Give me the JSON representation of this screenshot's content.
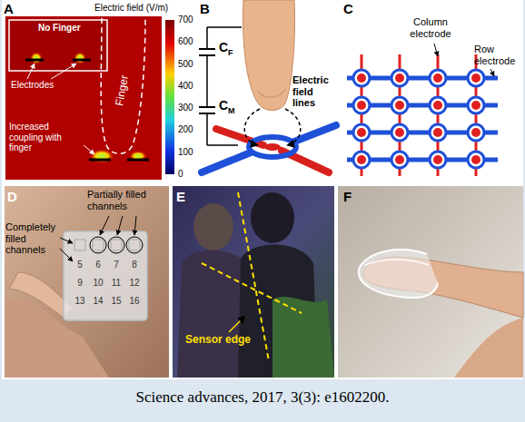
{
  "diagram": {
    "caption": "Science advances, 2017, 3(3): e1602200.",
    "labels": [
      "A",
      "Electric field (V/m)",
      "No Finger",
      "Electrodes",
      "Finger",
      "Increased coupling with finger",
      "700",
      "600",
      "500",
      "400",
      "300",
      "200",
      "100",
      "0",
      "B",
      "C",
      "F",
      "C",
      "M",
      "Electric field lines",
      "C",
      "Column electrode",
      "Row electrode",
      "D",
      "Completely filled channels",
      "Partially filled channels",
      "5",
      "6",
      "7",
      "8",
      "9",
      "10",
      "11",
      "12",
      "13",
      "14",
      "15",
      "16",
      "E",
      "Sensor edge",
      "F"
    ]
  }
}
